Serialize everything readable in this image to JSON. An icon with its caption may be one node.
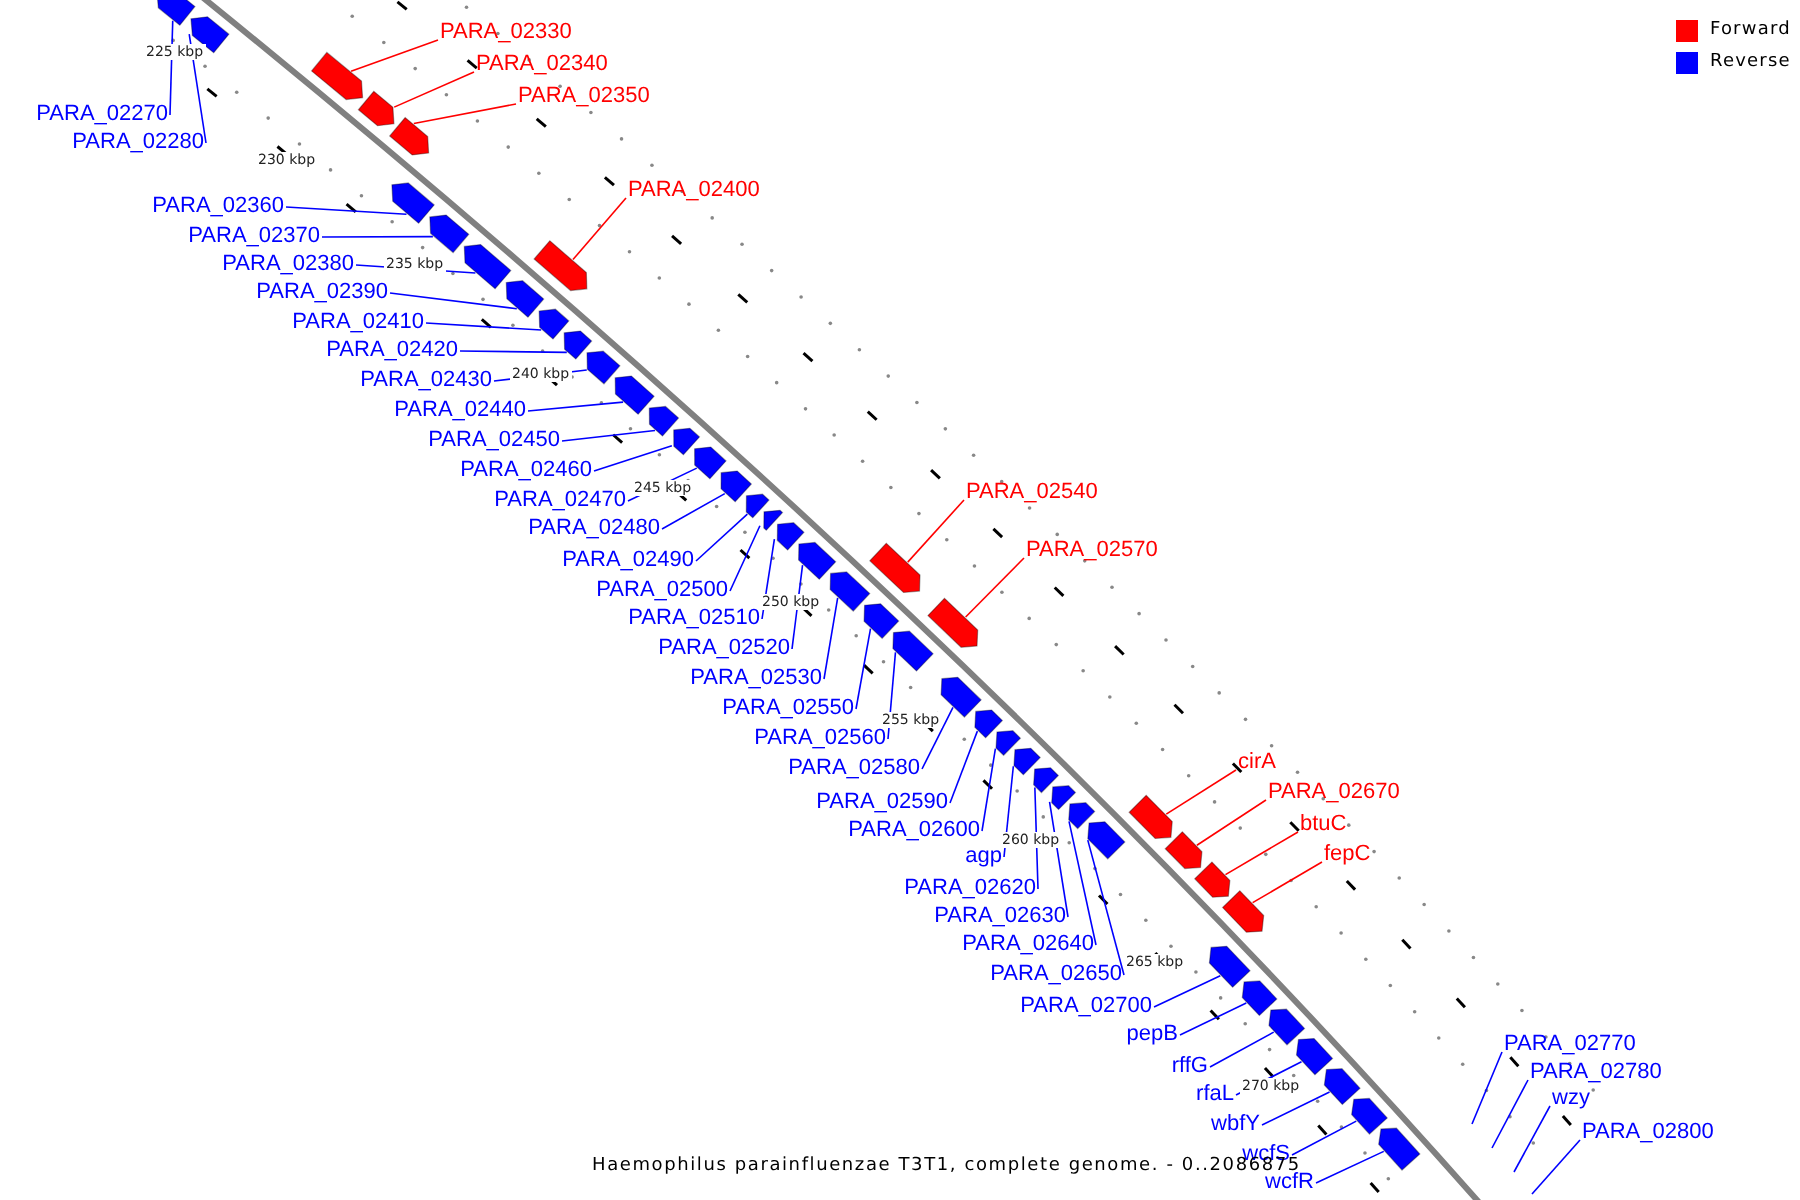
{
  "diagram": {
    "caption": "Haemophilus parainfluenzae T3T1, complete genome. - 0..2086875",
    "nodes": [
      {
        "text": [
          "PARA_02270"
        ]
      },
      {
        "text": [
          "PARA_02280"
        ]
      },
      {
        "text": [
          "PARA_02330"
        ]
      },
      {
        "text": [
          "PARA_02340"
        ]
      },
      {
        "text": [
          "PARA_02350"
        ]
      },
      {
        "text": [
          "PARA_02400"
        ]
      },
      {
        "text": [
          "PARA_02360"
        ]
      },
      {
        "text": [
          "PARA_02370"
        ]
      },
      {
        "text": [
          "PARA_02380"
        ]
      },
      {
        "text": [
          "PARA_02390"
        ]
      },
      {
        "text": [
          "PARA_02410"
        ]
      },
      {
        "text": [
          "PARA_02420"
        ]
      },
      {
        "text": [
          "PARA_02430"
        ]
      },
      {
        "text": [
          "PARA_02440"
        ]
      },
      {
        "text": [
          "PARA_02450"
        ]
      },
      {
        "text": [
          "PARA_02460"
        ]
      },
      {
        "text": [
          "PARA_02470"
        ]
      },
      {
        "text": [
          "PARA_02480"
        ]
      },
      {
        "text": [
          "PARA_02490"
        ]
      },
      {
        "text": [
          "PARA_02500"
        ]
      },
      {
        "text": [
          "PARA_02510"
        ]
      },
      {
        "text": [
          "PARA_02520"
        ]
      },
      {
        "text": [
          "PARA_02530"
        ]
      },
      {
        "text": [
          "PARA_02550"
        ]
      },
      {
        "text": [
          "PARA_02560"
        ]
      },
      {
        "text": [
          "PARA_02540"
        ]
      },
      {
        "text": [
          "PARA_02570"
        ]
      },
      {
        "text": [
          "PARA_02580"
        ]
      },
      {
        "text": [
          "PARA_02590"
        ]
      },
      {
        "text": [
          "PARA_02600"
        ]
      },
      {
        "text": [
          "agp"
        ]
      },
      {
        "text": [
          "PARA_02620"
        ]
      },
      {
        "text": [
          "PARA_02630"
        ]
      },
      {
        "text": [
          "PARA_02640"
        ]
      },
      {
        "text": [
          "PARA_02650"
        ]
      },
      {
        "text": [
          "cirA"
        ]
      },
      {
        "text": [
          "PARA_02670"
        ]
      },
      {
        "text": [
          "btuC"
        ]
      },
      {
        "text": [
          "fepC"
        ]
      },
      {
        "text": [
          "PARA_02700"
        ]
      },
      {
        "text": [
          "pepB"
        ]
      },
      {
        "text": [
          "rffG"
        ]
      },
      {
        "text": [
          "rfaL"
        ]
      },
      {
        "text": [
          "wbfY"
        ]
      },
      {
        "text": [
          "wcfS"
        ]
      },
      {
        "text": [
          "wcfR"
        ]
      },
      {
        "text": [
          "PARA_02770"
        ]
      },
      {
        "text": [
          "PARA_02780"
        ]
      },
      {
        "text": [
          "wzy"
        ]
      },
      {
        "text": [
          "PARA_02800"
        ]
      },
      {
        "text": [],
        "shape": "arrow"
      },
      {
        "text": [],
        "shape": "arrow"
      },
      {
        "text": [],
        "shape": "arrow"
      },
      {
        "text": [],
        "shape": "arrow"
      },
      {
        "text": [],
        "shape": "arrow"
      },
      {
        "text": [],
        "shape": "arrow"
      },
      {
        "text": [],
        "shape": "arrow"
      },
      {
        "text": [],
        "shape": "arrow"
      },
      {
        "text": [],
        "shape": "arrow"
      },
      {
        "text": [],
        "shape": "arrow"
      },
      {
        "text": [],
        "shape": "arrow"
      },
      {
        "text": [],
        "shape": "arrow"
      },
      {
        "text": [],
        "shape": "arrow"
      },
      {
        "text": [],
        "shape": "arrow"
      },
      {
        "text": [],
        "shape": "arrow"
      },
      {
        "text": [],
        "shape": "arrow"
      },
      {
        "text": [],
        "shape": "arrow"
      },
      {
        "text": [],
        "shape": "arrow"
      },
      {
        "text": [],
        "shape": "arrow"
      },
      {
        "text": [],
        "shape": "arrow"
      },
      {
        "text": [],
        "shape": "arrow"
      },
      {
        "text": [],
        "shape": "arrow"
      },
      {
        "text": [],
        "shape": "arrow"
      },
      {
        "text": [],
        "shape": "arrow"
      },
      {
        "text": [],
        "shape": "arrow"
      },
      {
        "text": [],
        "shape": "arrow"
      },
      {
        "text": [],
        "shape": "arrow"
      },
      {
        "text": [],
        "shape": "arrow"
      },
      {
        "text": [],
        "shape": "arrow"
      },
      {
        "text": [],
        "shape": "arrow"
      },
      {
        "text": [],
        "shape": "arrow"
      },
      {
        "text": [],
        "shape": "arrow"
      },
      {
        "text": [],
        "shape": "arrow"
      },
      {
        "text": [],
        "shape": "arrow"
      },
      {
        "text": [],
        "shape": "arrow"
      },
      {
        "text": [],
        "shape": "arrow"
      },
      {
        "text": [],
        "shape": "arrow"
      },
      {
        "text": [],
        "shape": "arrow"
      },
      {
        "text": [],
        "shape": "arrow"
      },
      {
        "text": [],
        "shape": "arrow"
      },
      {
        "text": [],
        "shape": "arrow"
      },
      {
        "text": [],
        "shape": "arrow"
      },
      {
        "text": [],
        "shape": "arrow"
      },
      {
        "text": [],
        "shape": "arrow"
      },
      {
        "text": [],
        "shape": "arrow"
      },
      {
        "text": [],
        "shape": "arrow"
      }
    ],
    "edges": [
      {
        "from": 0,
        "to": 50,
        "arrow": "none"
      },
      {
        "from": 1,
        "to": 51,
        "arrow": "none"
      },
      {
        "from": 2,
        "to": 52,
        "arrow": "none",
        "color": "#ff0000"
      },
      {
        "from": 3,
        "to": 53,
        "arrow": "none",
        "color": "#ff0000"
      },
      {
        "from": 4,
        "to": 54,
        "arrow": "none",
        "color": "#ff0000"
      },
      {
        "from": 5,
        "to": 55,
        "arrow": "none",
        "color": "#ff0000"
      },
      {
        "from": 6,
        "to": 56,
        "arrow": "none"
      },
      {
        "from": 7,
        "to": 57,
        "arrow": "none"
      },
      {
        "from": 8,
        "to": 58,
        "arrow": "none"
      },
      {
        "from": 9,
        "to": 59,
        "arrow": "none"
      },
      {
        "from": 10,
        "to": 60,
        "arrow": "none"
      },
      {
        "from": 11,
        "to": 61,
        "arrow": "none"
      },
      {
        "from": 12,
        "to": 62,
        "arrow": "none"
      },
      {
        "from": 13,
        "to": 63,
        "arrow": "none"
      },
      {
        "from": 14,
        "to": 64,
        "arrow": "none"
      },
      {
        "from": 15,
        "to": 65,
        "arrow": "none"
      },
      {
        "from": 16,
        "to": 66,
        "arrow": "none"
      },
      {
        "from": 17,
        "to": 67,
        "arrow": "none"
      },
      {
        "from": 18,
        "to": 68,
        "arrow": "none"
      },
      {
        "from": 19,
        "to": 69,
        "arrow": "none"
      },
      {
        "from": 20,
        "to": 70,
        "arrow": "none"
      },
      {
        "from": 21,
        "to": 71,
        "arrow": "none"
      },
      {
        "from": 22,
        "to": 72,
        "arrow": "none"
      },
      {
        "from": 23,
        "to": 73,
        "arrow": "none"
      },
      {
        "from": 24,
        "to": 74,
        "arrow": "none"
      },
      {
        "from": 25,
        "to": 75,
        "arrow": "none",
        "color": "#ff0000"
      },
      {
        "from": 26,
        "to": 76,
        "arrow": "none",
        "color": "#ff0000"
      },
      {
        "from": 27,
        "to": 77,
        "arrow": "none"
      },
      {
        "from": 28,
        "to": 78,
        "arrow": "none"
      },
      {
        "from": 29,
        "to": 79,
        "arrow": "none"
      },
      {
        "from": 30,
        "to": 80,
        "arrow": "none"
      },
      {
        "from": 31,
        "to": 81,
        "arrow": "none"
      },
      {
        "from": 32,
        "to": 82,
        "arrow": "none"
      },
      {
        "from": 33,
        "to": 83,
        "arrow": "none"
      },
      {
        "from": 34,
        "to": 84,
        "arrow": "none"
      },
      {
        "from": 35,
        "to": 85,
        "arrow": "none",
        "color": "#ff0000"
      },
      {
        "from": 36,
        "to": 86,
        "arrow": "none",
        "color": "#ff0000"
      },
      {
        "from": 37,
        "to": 87,
        "arrow": "none",
        "color": "#ff0000"
      },
      {
        "from": 38,
        "to": 88,
        "arrow": "none",
        "color": "#ff0000"
      },
      {
        "from": 39,
        "to": 89,
        "arrow": "none"
      },
      {
        "from": 40,
        "to": 90,
        "arrow": "none"
      },
      {
        "from": 41,
        "to": 91,
        "arrow": "none"
      },
      {
        "from": 42,
        "to": 92,
        "arrow": "none"
      },
      {
        "from": 43,
        "to": 93,
        "arrow": "none"
      },
      {
        "from": 44,
        "to": 94,
        "arrow": "none"
      },
      {
        "from": 45,
        "to": 95,
        "arrow": "none"
      },
      {
        "from": 46,
        "to": null,
        "arrow": "none"
      },
      {
        "from": 47,
        "to": null,
        "arrow": "none"
      },
      {
        "from": 48,
        "to": null,
        "arrow": "none"
      },
      {
        "from": 49,
        "to": null,
        "arrow": "none"
      }
    ],
    "labels": [
      "225 kbp",
      "230 kbp",
      "235 kbp",
      "240 kbp",
      "245 kbp",
      "250 kbp",
      "255 kbp",
      "260 kbp",
      "265 kbp",
      "270 kbp"
    ],
    "legend": [
      {
        "text": "Forward",
        "color": "#ff0000"
      },
      {
        "text": "Reverse",
        "color": "#0000ff"
      }
    ]
  }
}
